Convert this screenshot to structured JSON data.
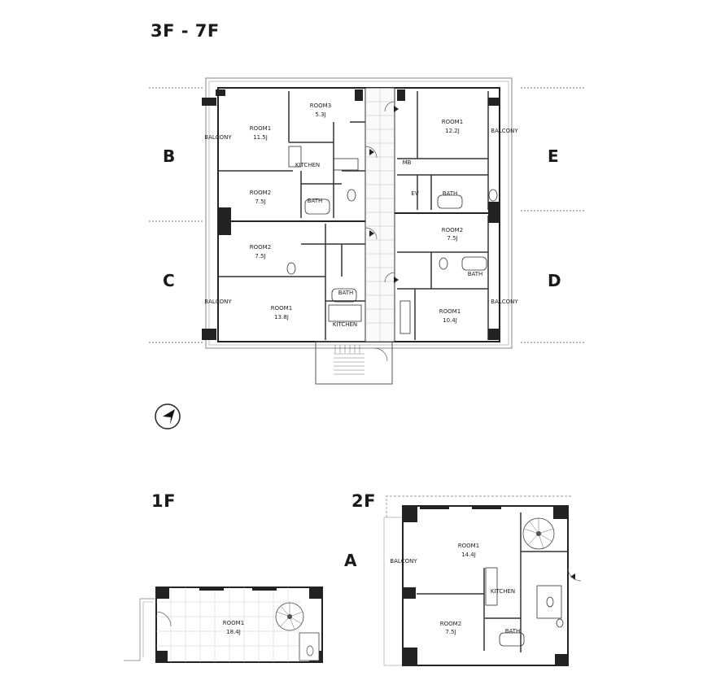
{
  "titles": {
    "upper": "3F - 7F",
    "first": "1F",
    "second": "2F"
  },
  "units": {
    "a": "A",
    "b": "B",
    "c": "C",
    "d": "D",
    "e": "E"
  },
  "upper": {
    "b": {
      "room1": "ROOM1",
      "room1_size": "11.5J",
      "room2": "ROOM2",
      "room2_size": "7.5J",
      "room3": "ROOM3",
      "room3_size": "5.3J",
      "kitchen": "KITCHEN",
      "bath": "BATH",
      "balcony": "BALCONY"
    },
    "c": {
      "room1": "ROOM1",
      "room1_size": "13.8J",
      "room2": "ROOM2",
      "room2_size": "7.5J",
      "kitchen": "KITCHEN",
      "bath": "BATH",
      "balcony": "BALCONY"
    },
    "e": {
      "room1": "ROOM1",
      "room1_size": "12.2J",
      "mb": "MB",
      "ev": "EV",
      "bath": "BATH",
      "balcony": "BALCONY"
    },
    "d": {
      "room1": "ROOM1",
      "room1_size": "10.4J",
      "room2": "ROOM2",
      "room2_size": "7.5J",
      "bath": "BATH",
      "balcony": "BALCONY"
    }
  },
  "first": {
    "room1": "ROOM1",
    "room1_size": "18.4J"
  },
  "second": {
    "room1": "ROOM1",
    "room1_size": "14.4J",
    "room2": "ROOM2",
    "room2_size": "7.5J",
    "kitchen": "KITCHEN",
    "bath": "BATH",
    "balcony": "BALCONY"
  },
  "icons": {
    "north": "compass-arrow-icon"
  }
}
